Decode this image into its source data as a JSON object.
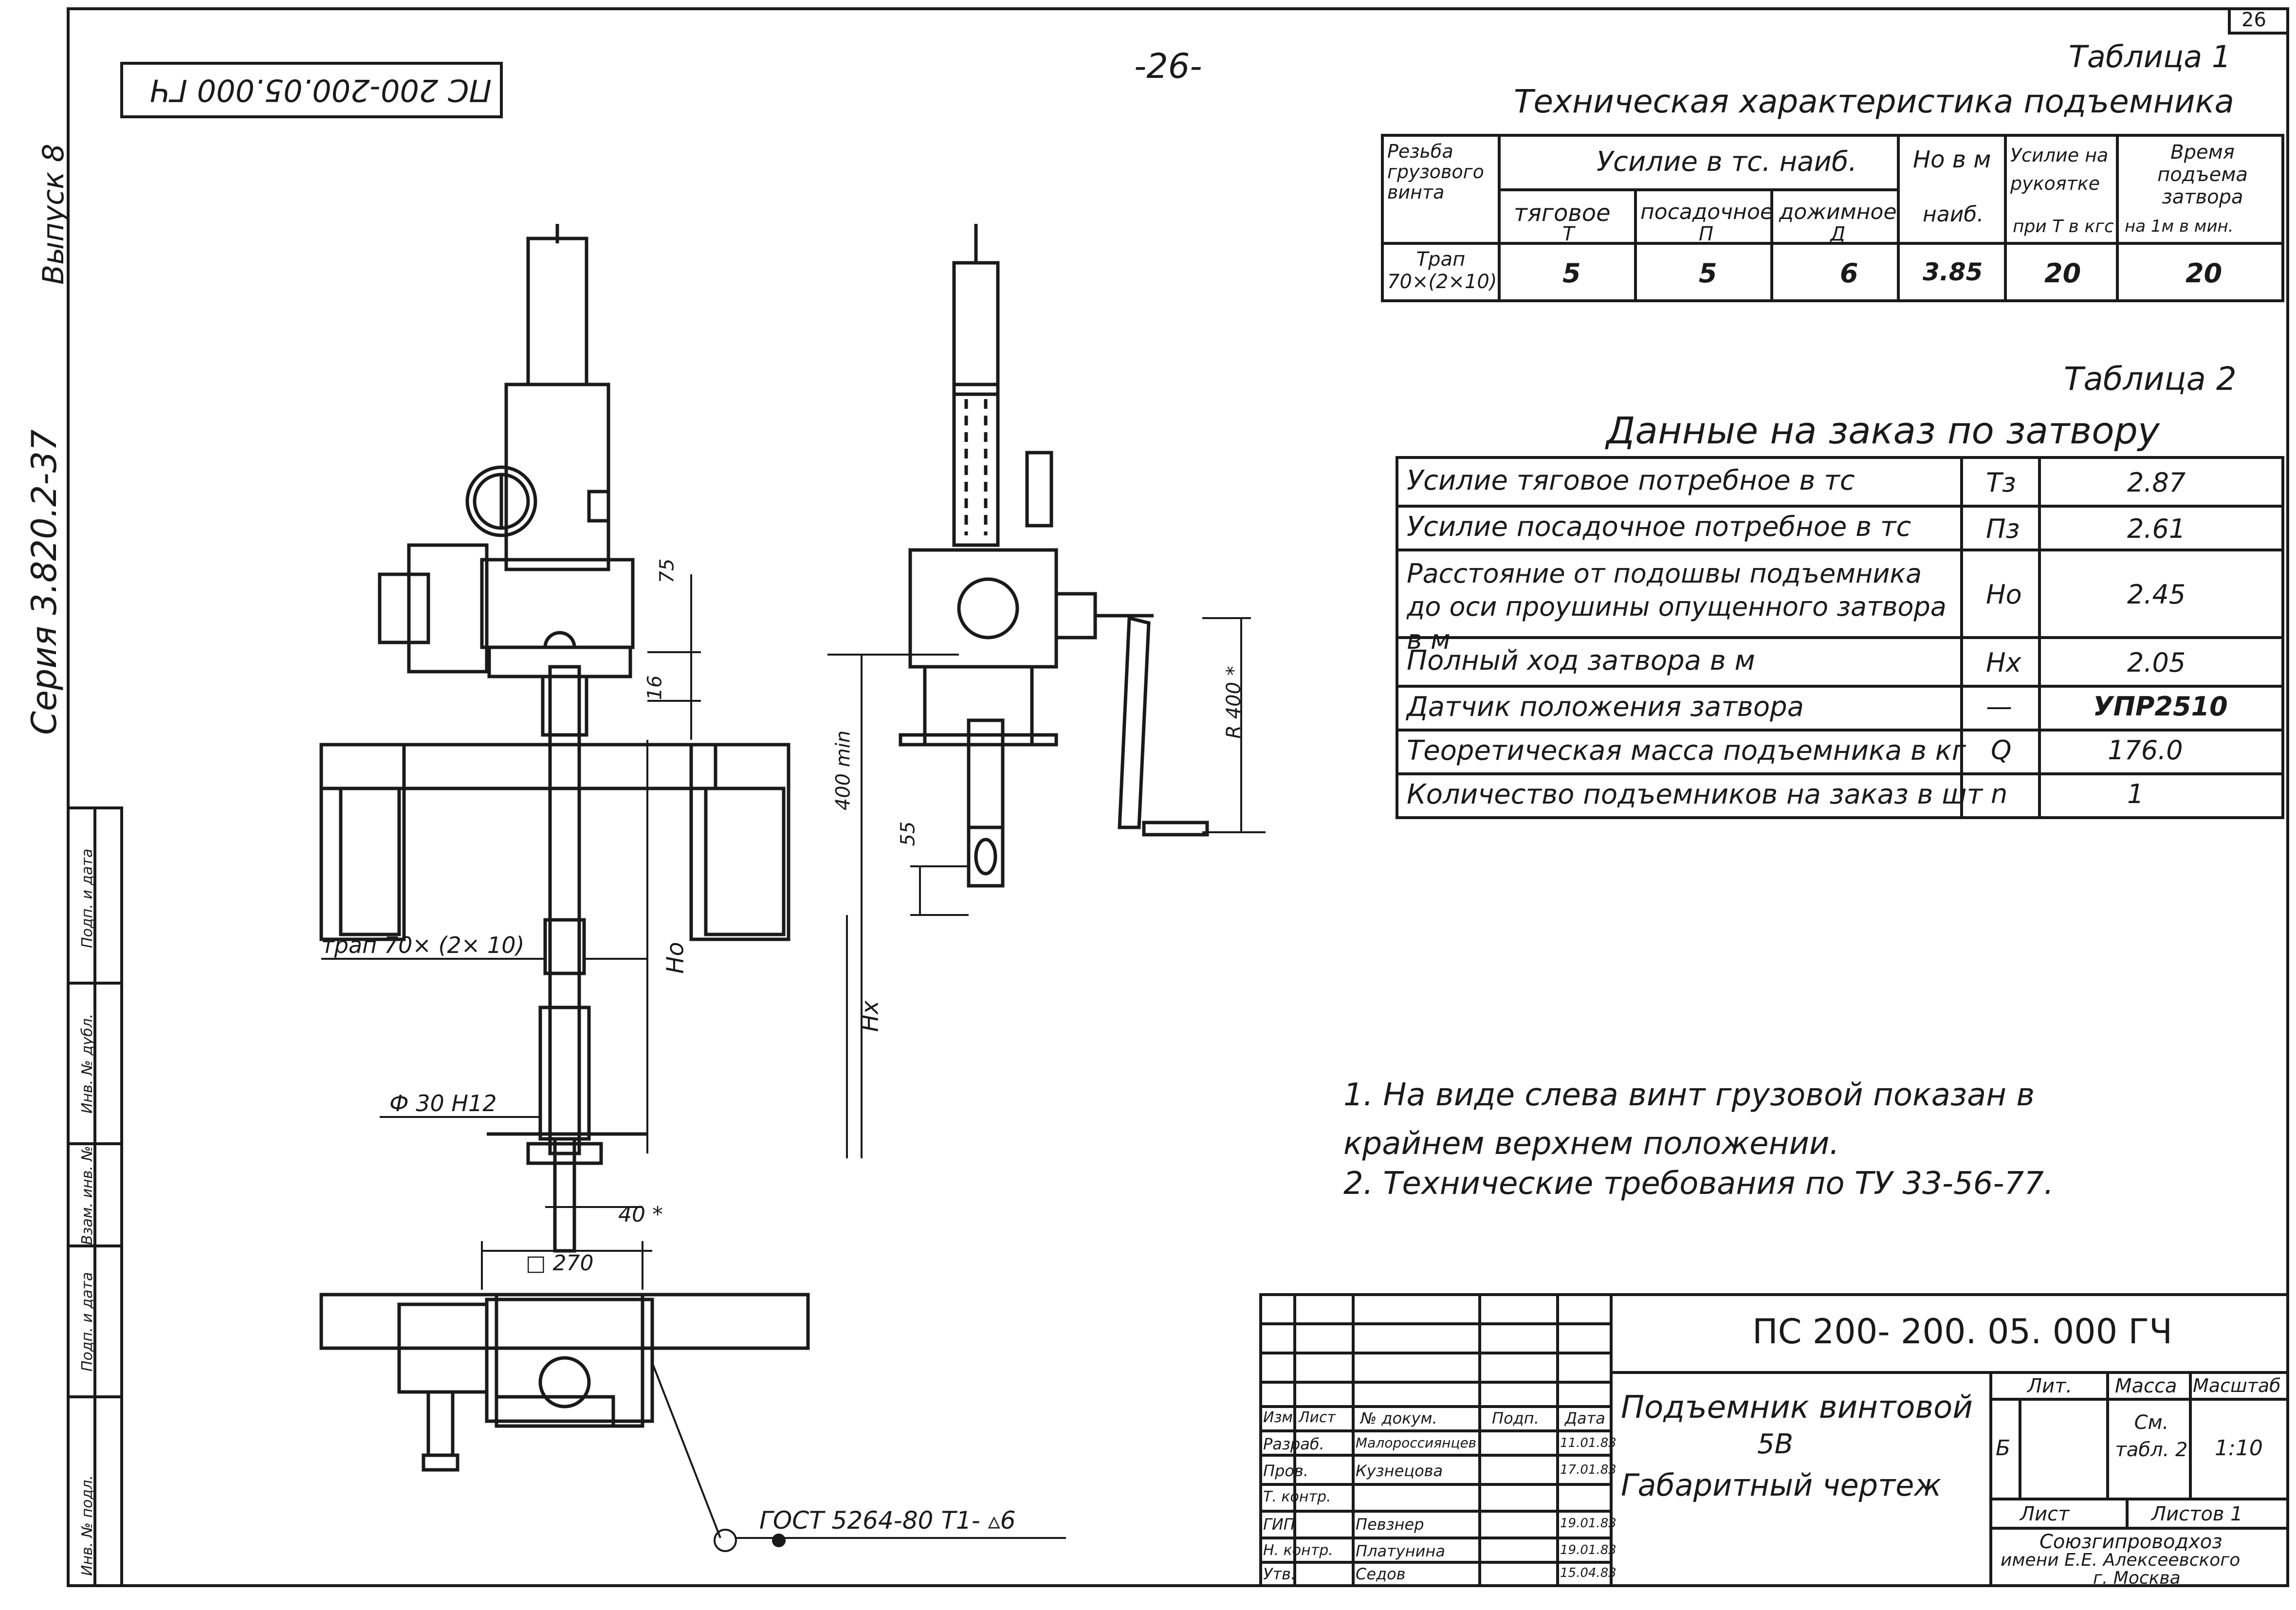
{
  "sheet": {
    "page_number": "-26-",
    "corner_number": "26",
    "rotated_code": "ПС 200-200.05.000 ГЧ",
    "series_label": "Серия  3.820.2-37",
    "issue_label": "Выпуск 8",
    "left_strip_labels": [
      "Инв. № подл.",
      "Подп. и дата",
      "Взам. инв. №",
      "Инв. № дубл.",
      "Подп. и дата"
    ]
  },
  "table1": {
    "number": "Таблица 1",
    "title": "Техническая характеристика подъемника",
    "headers": {
      "thread": "Резьба грузового винта",
      "force": "Усилие в тс. наиб.",
      "traction": "тяговое",
      "traction_sym": "Т",
      "seating": "посадочное",
      "seating_sym": "П",
      "pressing": "дожимное",
      "pressing_sym": "Д",
      "ho": "Но в м",
      "ho_sub": "наиб.",
      "handle": "Усилие на рукоятке",
      "handle_sub": "при Т в кгс",
      "time": "Время подъема затвора",
      "time_sub": "на 1м в мин."
    },
    "row": {
      "thread": "Трап 70×(2×10)",
      "traction": "5",
      "seating": "5",
      "pressing": "6",
      "ho": "3.85",
      "handle": "20",
      "time": "20"
    }
  },
  "table2": {
    "number": "Таблица 2",
    "title": "Данные на заказ  по затвору",
    "rows": [
      {
        "label": "Усилие тяговое потребное в тс",
        "sym": "Тз",
        "value": "2.87"
      },
      {
        "label": "Усилие посадочное потребное в тс",
        "sym": "Пз",
        "value": "2.61"
      },
      {
        "label": "Расстояние от подошвы подъемника до оси проушины опущенного затвора в м",
        "sym": "Но",
        "value": "2.45"
      },
      {
        "label": "Полный ход затвора в м",
        "sym": "Нх",
        "value": "2.05"
      },
      {
        "label": "Датчик положения затвора",
        "sym": "—",
        "value": "УПР2510"
      },
      {
        "label": "Теоретическая масса подъемника в кг",
        "sym": "Q",
        "value": "176.0"
      },
      {
        "label": "Количество подъемников на заказ в шт",
        "sym": "n",
        "value": "1"
      }
    ]
  },
  "notes": [
    "1. На виде слева винт грузовой показан в крайнем верхнем положении.",
    "2. Технические требования по ТУ 33-56-77."
  ],
  "dimensions": {
    "d75": "75",
    "d16": "16",
    "d400min": "400 min",
    "d55": "55",
    "r400": "R 400 *",
    "ho": "Но",
    "hx": "Нх",
    "thread": "трап 70× (2× 10)",
    "phi": "Ф 30 Н12",
    "d40": "40 *",
    "d270": "□ 270",
    "weld": "ГОСТ 5264-80  Т1- ▵6"
  },
  "title_block": {
    "code": "ПС 200- 200. 05. 000 ГЧ",
    "name_line1": "Подъемник  винтовой",
    "name_line2": "5В",
    "name_line3": "Габаритный  чертеж",
    "lit_header": "Лит.",
    "mass_header": "Масса",
    "scale_header": "Масштаб",
    "lit_value": "Б",
    "mass_value": "См. табл. 2",
    "scale_value": "1:10",
    "sheet_label": "Лист",
    "sheets_label": "Листов 1",
    "org_line1": "Союзгипроводхоз",
    "org_line2": "имени Е.Е. Алексеевского",
    "org_line3": "г. Москва",
    "header_cells": [
      "Изм",
      "Лист",
      "№ докум.",
      "Подп.",
      "Дата"
    ],
    "roles": [
      {
        "role": "Разраб.",
        "name": "Малороссиянцев",
        "date": "11.01.83"
      },
      {
        "role": "Пров.",
        "name": "Кузнецова",
        "date": "17.01.83"
      },
      {
        "role": "Т. контр.",
        "name": "",
        "date": ""
      },
      {
        "role": "ГИП",
        "name": "Певзнер",
        "date": "19.01.83"
      },
      {
        "role": "Н. контр.",
        "name": "Платунина",
        "date": "19.01.83"
      },
      {
        "role": "Утв.",
        "name": "Седов",
        "date": "15.04.83"
      }
    ]
  }
}
